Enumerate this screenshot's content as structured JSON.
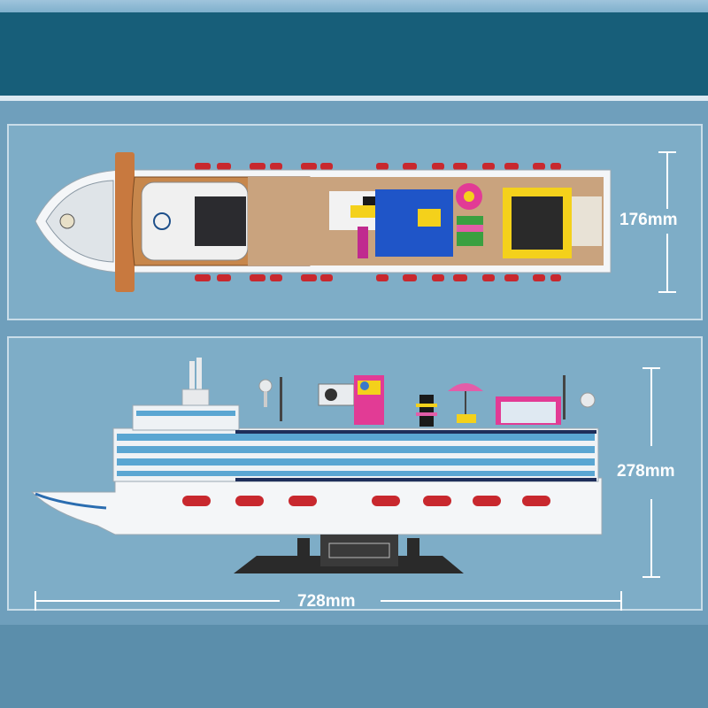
{
  "dimensions": {
    "width": "176mm",
    "height": "278mm",
    "length": "728mm"
  },
  "colors": {
    "header_band": "#175e79",
    "background": "#6f9fbc",
    "panel_border": "#c9dde9",
    "hull_white": "#f4f6f8",
    "deck_wood": "#c9a37e",
    "lifeboat_red": "#c8282e",
    "window_blue": "#5aa6d2",
    "stand_black": "#2a2a2a"
  }
}
